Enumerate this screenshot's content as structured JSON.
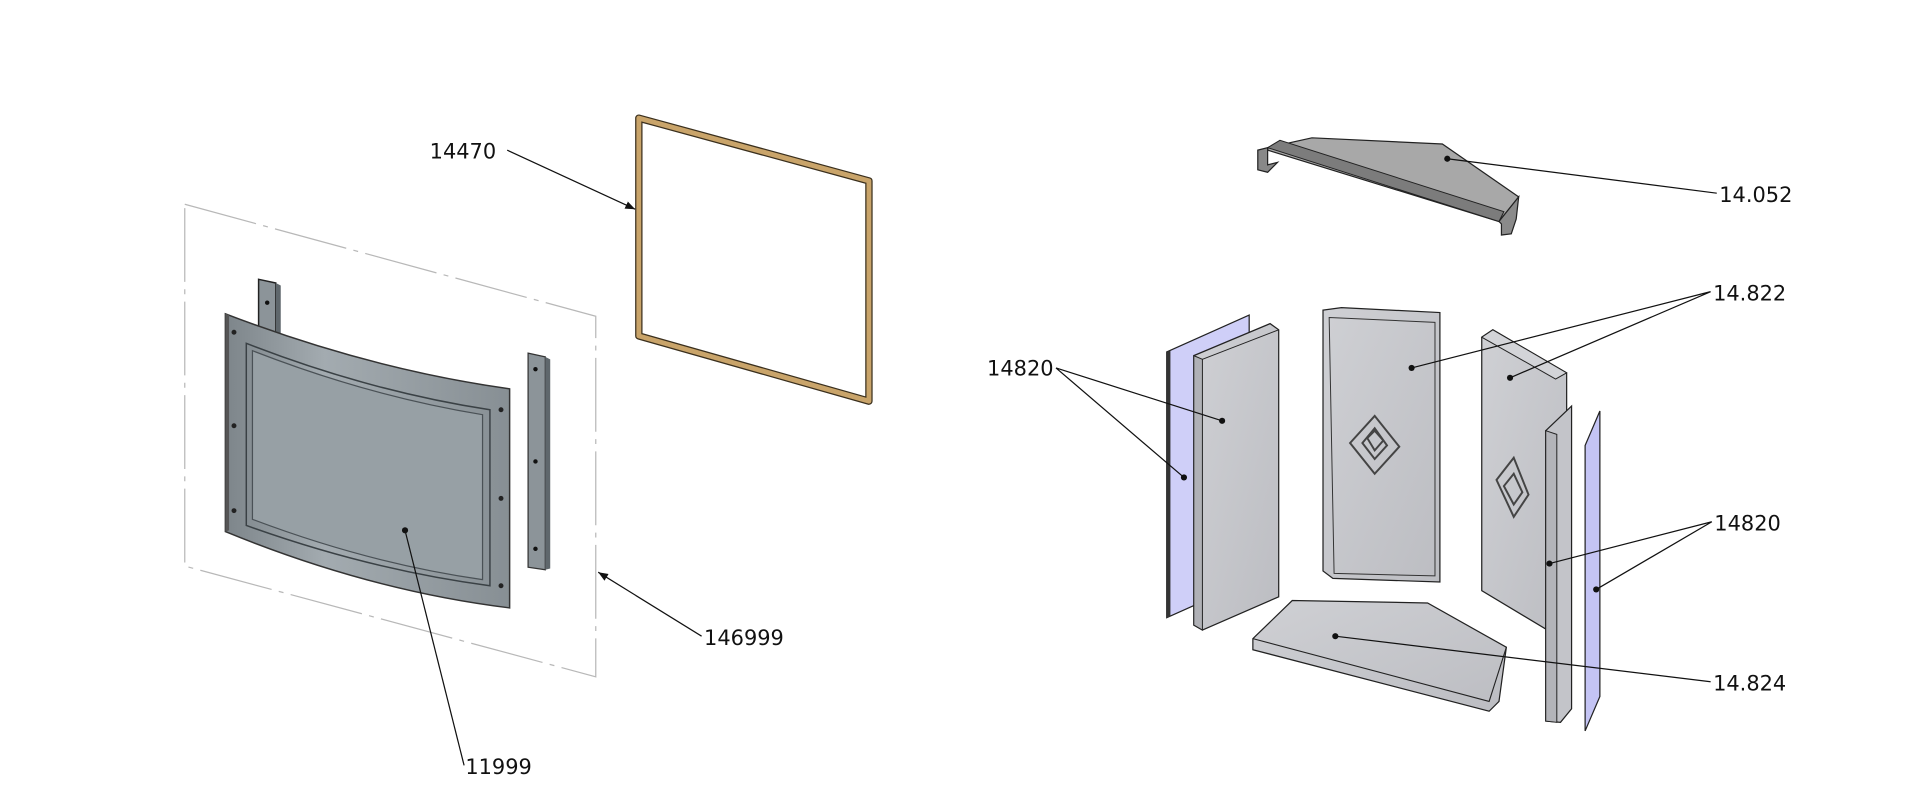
{
  "diagram": {
    "type": "exploded-parts-view",
    "colors": {
      "gasket": "#c9a46a",
      "steel": "#8f979c",
      "steel_dark": "#6e767b",
      "refractory": "#c4c5ca",
      "insulation": "#cfcff8",
      "baffle": "#9a9a9a",
      "phantom": "#b8b8b8"
    },
    "callouts": {
      "door_gasket": "14470",
      "door_assembly": "146999",
      "door_glass": "11999",
      "baffle": "14.052",
      "back_side_bricks": "14.822",
      "left_liners": "14820",
      "right_liners": "14820",
      "bottom_brick": "14.824"
    }
  }
}
